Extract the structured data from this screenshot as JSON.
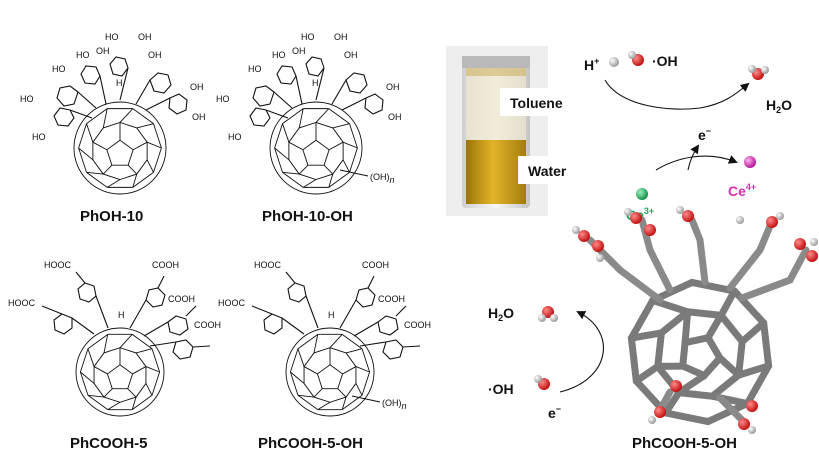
{
  "molecules": {
    "m1": {
      "label": "PhOH-10",
      "groups": [
        "HO",
        "OH",
        "HO",
        "OH",
        "HO",
        "OH",
        "HO",
        "OH",
        "HO",
        "OH",
        "H"
      ]
    },
    "m2": {
      "label": "PhOH-10-OH",
      "groups": [
        "HO",
        "OH",
        "HO",
        "OH",
        "HO",
        "OH",
        "HO",
        "OH",
        "HO",
        "OH",
        "H"
      ],
      "suffix": "(OH)",
      "suffix_sub": "n"
    },
    "m3": {
      "label": "PhCOOH-5",
      "groups": [
        "HOOC",
        "COOH",
        "HOOC",
        "COOH",
        "COOH",
        "H"
      ]
    },
    "m4": {
      "label": "PhCOOH-5-OH",
      "groups": [
        "HOOC",
        "COOH",
        "HOOC",
        "COOH",
        "COOH",
        "H"
      ],
      "suffix": "(OH)",
      "suffix_sub": "n"
    }
  },
  "vial": {
    "top_label": "Toluene",
    "bottom_label": "Water"
  },
  "reactions": {
    "h_plus": "H",
    "h_plus_sup": "+",
    "oh_radical_top": "·OH",
    "water_top": "H",
    "water_top_sub": "2",
    "water_top_end": "O",
    "electron_top": "e",
    "electron_top_sup": "−",
    "ce3": "Ce",
    "ce3_sup": "3+",
    "ce4": "Ce",
    "ce4_sup": "4+",
    "water_bottom": "H",
    "water_bottom_sub": "2",
    "water_bottom_end": "O",
    "oh_radical_bottom": "·OH",
    "electron_bottom": "e",
    "electron_bottom_sup": "−"
  },
  "model_label": "PhCOOH-5-OH",
  "colors": {
    "ce3": "#1fa65a",
    "ce4": "#d62fb3",
    "oxygen": "#d11f1f",
    "hydrogen": "#e9e9e9",
    "carbon": "#808080",
    "liquid": "#c99a10"
  }
}
